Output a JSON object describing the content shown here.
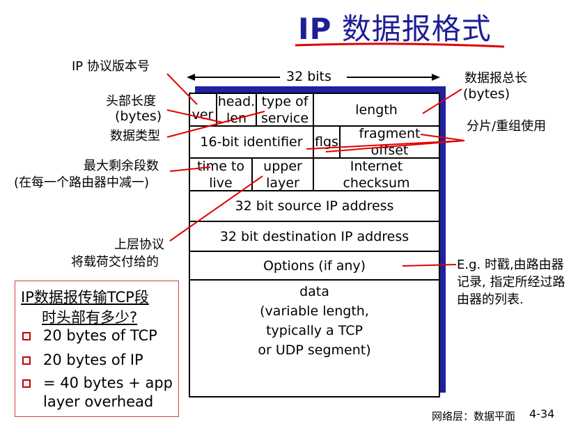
{
  "title": {
    "prefix": "IP",
    "rest": " 数据报格式"
  },
  "bits_label": "32 bits",
  "fields": {
    "ver": "ver",
    "head_len_1": "head.",
    "head_len_2": "len",
    "tos_1": "type of",
    "tos_2": "service",
    "length": "length",
    "identifier": "16-bit identifier",
    "flags": "flgs",
    "frag_1": "fragment",
    "frag_2": "offset",
    "ttl_1": "time to",
    "ttl_2": "live",
    "upper_1": "upper",
    "upper_2": "layer",
    "checksum_1": "Internet",
    "checksum_2": "checksum",
    "src": "32 bit source IP address",
    "dst": "32 bit destination IP address",
    "options": "Options (if any)",
    "data_1": "data",
    "data_2": "(variable length,",
    "data_3": "typically a TCP",
    "data_4": "or UDP segment)"
  },
  "annotations": {
    "ip_version": "IP 协议版本号",
    "header_len_1": "头部长度",
    "header_len_2": "(bytes)",
    "data_type": "数据类型",
    "ttl_1": "最大剩余段数",
    "ttl_2": "(在每一个路由器中减一)",
    "upper_1": "上层协议",
    "upper_2": "将载荷交付给的",
    "total_len_1": "数据报总长",
    "total_len_2": "(bytes)",
    "fragment": "分片/重组使用",
    "options_1": "E.g. 时戳,由路由器",
    "options_2": "记录, 指定所经过路",
    "options_3": "由器的列表."
  },
  "question": {
    "line_1": "IP数据报传输TCP段",
    "line_2": "时头部有多少?",
    "bullets": [
      "20 bytes of TCP",
      "20 bytes of IP",
      "= 40 bytes + app",
      "layer overhead"
    ]
  },
  "footer": {
    "text": "网络层：数据平面",
    "page": "4-34"
  },
  "colors": {
    "title": "#1e1e96",
    "arrow": "#e00000",
    "shadow": "#2020a0",
    "bullet": "#c00000"
  }
}
